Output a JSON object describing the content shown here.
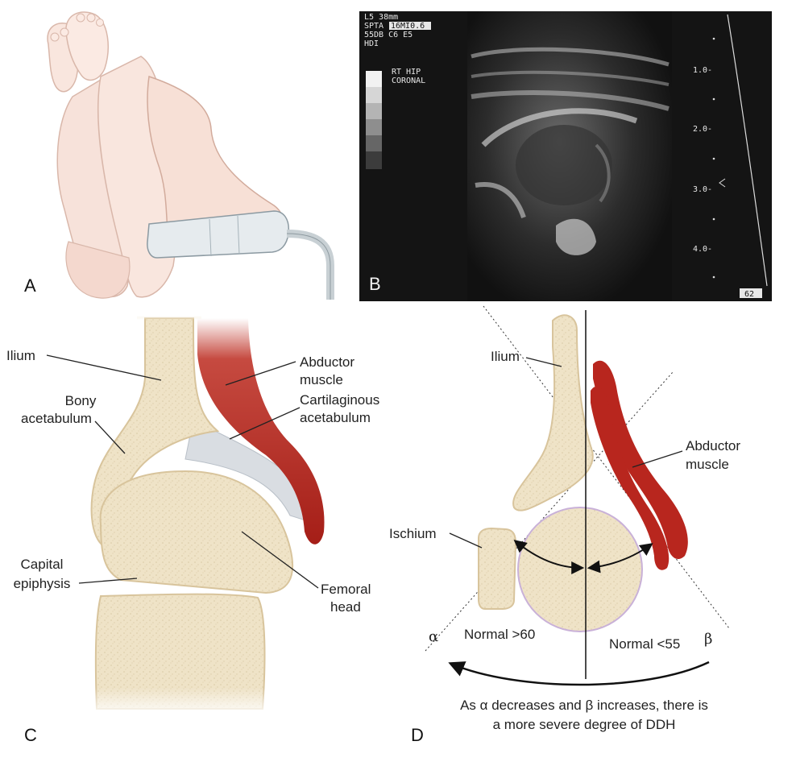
{
  "panels": {
    "a": "A",
    "b": "B",
    "c": "C",
    "d": "D"
  },
  "ultrasound": {
    "header_lines": [
      "L5 38mm",
      "SPTA",
      "55DB C6 E5",
      "HDI"
    ],
    "header_inset": "16MI0.6",
    "view_lines": [
      "RT HIP",
      "CORONAL"
    ],
    "depth_ticks": [
      "1.0-",
      "2.0-",
      "3.0-",
      "4.0-"
    ],
    "corner_code": "62"
  },
  "panel_c": {
    "ilium": "Ilium",
    "bony_acetabulum": [
      "Bony",
      "acetabulum"
    ],
    "abductor_muscle": [
      "Abductor",
      "muscle"
    ],
    "cartilaginous_acetabulum": [
      "Cartilaginous",
      "acetabulum"
    ],
    "capital_epiphysis": [
      "Capital",
      "epiphysis"
    ],
    "femoral_head": [
      "Femoral",
      "head"
    ]
  },
  "panel_d": {
    "ilium": "Ilium",
    "abductor_muscle": [
      "Abductor",
      "muscle"
    ],
    "ischium": "Ischium",
    "alpha": "α",
    "beta": "β",
    "normal_alpha": "Normal >60",
    "normal_beta": "Normal <55",
    "caption": [
      "As α decreases and β increases, there is",
      "a more severe degree of DDH"
    ]
  },
  "colors": {
    "bone": "#efe3c7",
    "bone_edge": "#d8c49c",
    "muscle": "#b8261e",
    "cartilage": "#d9dde2",
    "skin": "#f6ddd4"
  }
}
